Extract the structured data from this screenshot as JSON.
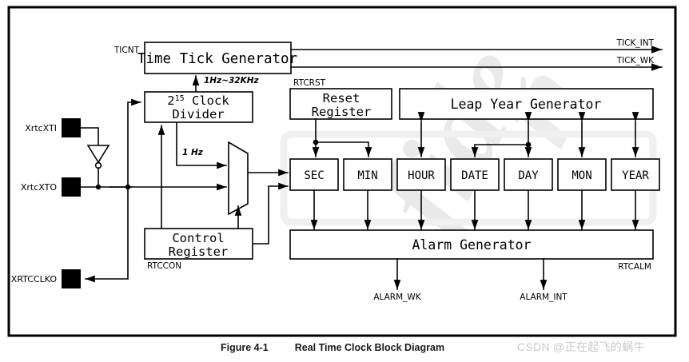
{
  "figure": {
    "caption_number": "Figure 4-1",
    "caption_title": "Real Time Clock Block Diagram",
    "watermark": "CSDN @正在起飞的蜗牛"
  },
  "colors": {
    "line": "#000000",
    "box_fill": "#ffffff",
    "group_fill": "#f1f1f1",
    "pad_fill": "#000000",
    "text": "#000000",
    "caption_text": "#1a1a1a",
    "watermark_text": "#c9c9c9",
    "border": "#000000"
  },
  "pins": [
    {
      "name": "XrtcXTI",
      "label": "XrtcXTI"
    },
    {
      "name": "XrtcXTO",
      "label": "XrtcXTO"
    },
    {
      "name": "XRTCCLKO",
      "label": "XRTCCLKO"
    }
  ],
  "blocks": {
    "time_tick_generator": {
      "label": "Time Tick Generator",
      "tag": "TICNT"
    },
    "clock_divider": {
      "line1": "2",
      "exp": "15",
      "line1b": " Clock",
      "line2": "Divider"
    },
    "reset_register": {
      "line1": "Reset",
      "line2": "Register",
      "tag": "RTCRST"
    },
    "control_register": {
      "line1": "Control",
      "line2": "Register",
      "tag": "RTCCON"
    },
    "leap_year_generator": {
      "label": "Leap Year Generator"
    },
    "alarm_generator": {
      "label": "Alarm Generator",
      "tag": "RTCALM"
    }
  },
  "registers": [
    {
      "label": "SEC"
    },
    {
      "label": "MIN"
    },
    {
      "label": "HOUR"
    },
    {
      "label": "DATE"
    },
    {
      "label": "DAY"
    },
    {
      "label": "MON"
    },
    {
      "label": "YEAR"
    }
  ],
  "signals": {
    "tick_int": "TICK_INT",
    "tick_wk": "TICK_WK",
    "alarm_wk": "ALARM_WK",
    "alarm_int": "ALARM_INT",
    "divider_out": "1Hz~32KHz",
    "one_hz": "1 Hz"
  }
}
